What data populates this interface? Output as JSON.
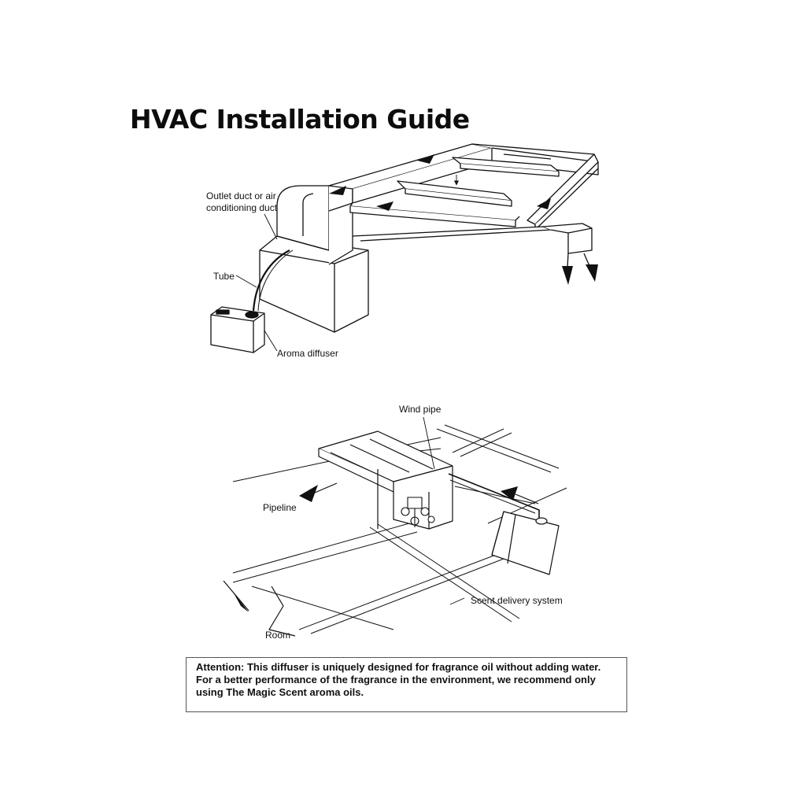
{
  "page": {
    "title": "HVAC Installation Guide"
  },
  "diagram_top": {
    "labels": {
      "outlet_duct": "Outlet duct or air",
      "outlet_duct_2": "conditioning duct",
      "tube": "Tube",
      "aroma_diffuser": "Aroma diffuser"
    }
  },
  "diagram_bottom": {
    "labels": {
      "wind_pipe": "Wind pipe",
      "pipeline": "Pipeline",
      "scent_delivery": "Scent delivery system",
      "room": "Room"
    }
  },
  "attention": {
    "line1": "Attention: This diffuser is uniquely designed for fragrance oil without adding water.",
    "line2": "For a better performance of the fragrance in the environment, we recommend only",
    "line3": "using The Magic Scent aroma oils."
  },
  "colors": {
    "ink": "#111111",
    "background": "#ffffff"
  },
  "icons": [
    "airflow-arrow-icon"
  ]
}
